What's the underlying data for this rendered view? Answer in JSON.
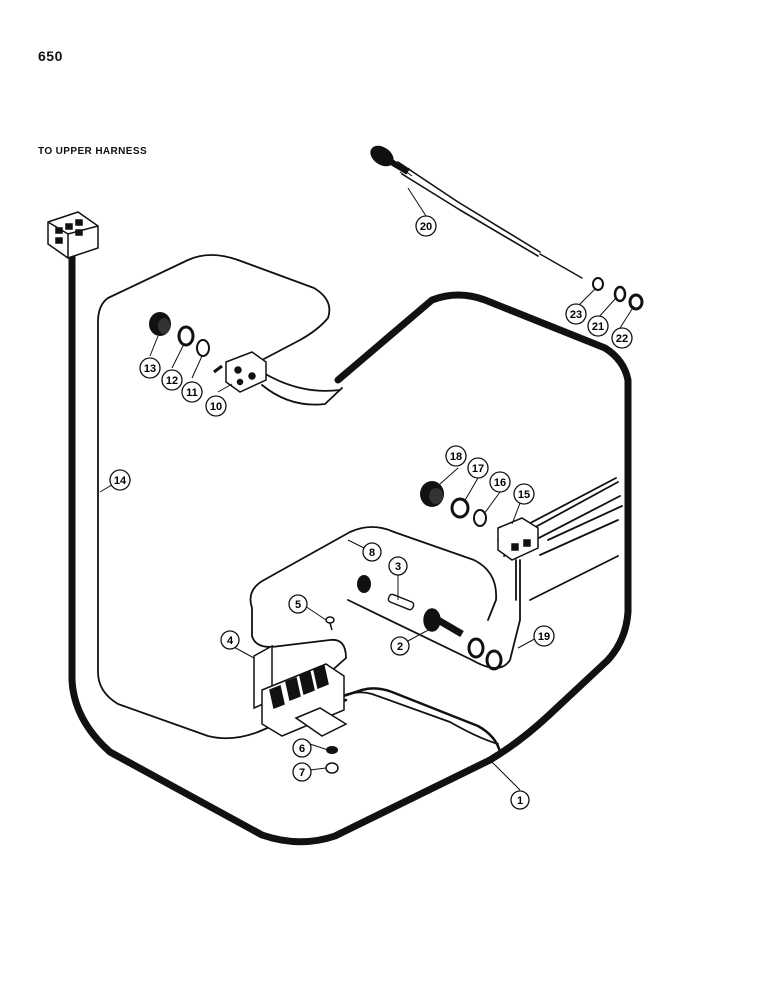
{
  "page": {
    "number": "650"
  },
  "caption": "TO UPPER HARNESS",
  "callouts": {
    "c1": "1",
    "c2": "2",
    "c3": "3",
    "c4": "4",
    "c5": "5",
    "c6": "6",
    "c7": "7",
    "c8": "8",
    "c10": "10",
    "c11": "11",
    "c12": "12",
    "c13": "13",
    "c14": "14",
    "c15": "15",
    "c16": "16",
    "c17": "17",
    "c18": "18",
    "c19": "19",
    "c20": "20",
    "c21": "21",
    "c22": "22",
    "c23": "23"
  },
  "colors": {
    "ink": "#111111",
    "paper": "#ffffff"
  }
}
